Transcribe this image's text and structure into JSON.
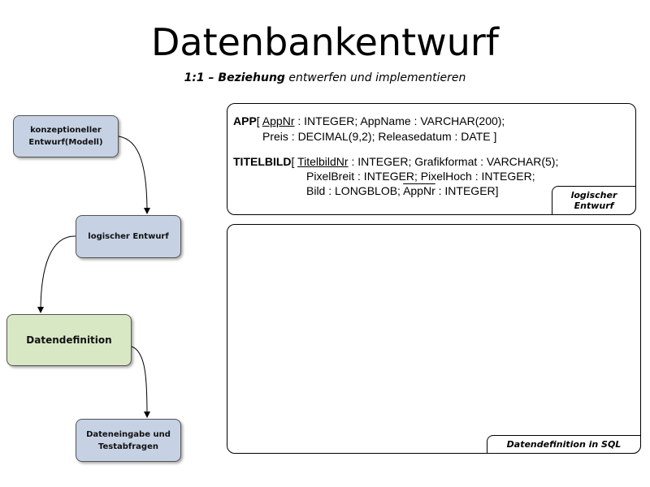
{
  "header": {
    "title": "Datenbankentwurf",
    "subtitle_bold": "1:1 – Beziehung",
    "subtitle_rest": " entwerfen und implementieren"
  },
  "flow": {
    "nodes": [
      {
        "label": "konzeptioneller Entwurf(Modell)"
      },
      {
        "label": "logischer Entwurf"
      },
      {
        "label": "Datendefinition"
      },
      {
        "label": "Dateneingabe und Testabfragen"
      }
    ]
  },
  "logical_panel": {
    "label": "logischer Entwurf",
    "app": {
      "name": "APP",
      "open": "[ ",
      "pk": "AppNr",
      "line1_rest": " : INTEGER; AppName : VARCHAR(200);",
      "line2": "Preis : DECIMAL(9,2); Releasedatum : DATE ]"
    },
    "titelbild": {
      "name": "TITELBILD",
      "open": "[ ",
      "pk": "TitelbildNr",
      "line1_rest": " : INTEGER; Grafikformat : VARCHAR(5);",
      "line2": "PixelBreit : INTEGER; PixelHoch : INTEGER;",
      "line3_start": "Bild : LONGBLOB; ",
      "fk": "AppNr",
      "line3_end": " : INTEGER]"
    }
  },
  "sql_panel": {
    "label": "Datendefinition in SQL"
  },
  "colors": {
    "node_blue": "#c6d2e4",
    "node_green": "#d9e8c4"
  }
}
